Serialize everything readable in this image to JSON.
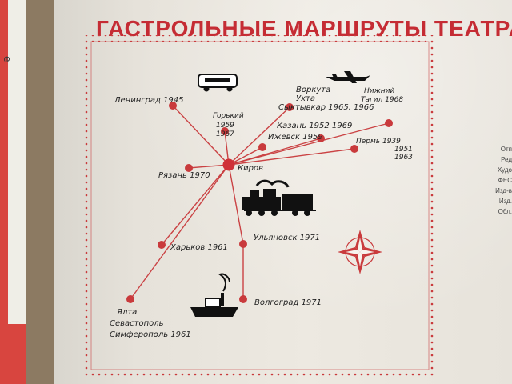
{
  "title": "ГАСТРОЛЬНЫЕ МАРШРУТЫ ТЕАТРА",
  "colors": {
    "accent": "#c93a3c",
    "title": "#c52c34",
    "paper": "#ece8df",
    "ink": "#222222",
    "spine": "#d8453f"
  },
  "left_page_scrap": "е",
  "side_labels": [
    "Отп",
    "Ред",
    "Худо",
    "ФЕС",
    "Изд-в",
    "Изд.",
    "Обл."
  ],
  "map": {
    "hub": "Киров",
    "cities": [
      {
        "id": "leningrad",
        "label": "Ленинград 1945"
      },
      {
        "id": "gorky",
        "label": "Горький 1959 1967"
      },
      {
        "id": "vorkuta",
        "label": "Воркута Ухта Сыктывкар 1965, 1966"
      },
      {
        "id": "kazan",
        "label": "Казань 1952 1969"
      },
      {
        "id": "izhevsk",
        "label": "Ижевск 1959"
      },
      {
        "id": "nizhny_tagil",
        "label": "Нижний Тагил 1968"
      },
      {
        "id": "perm",
        "label": "Пермь 1939 1951 1963"
      },
      {
        "id": "ryazan",
        "label": "Рязань 1970"
      },
      {
        "id": "kirov",
        "label": "Киров"
      },
      {
        "id": "kharkov",
        "label": "Харьков 1961"
      },
      {
        "id": "ulyanovsk",
        "label": "Ульяновск 1971"
      },
      {
        "id": "volgograd",
        "label": "Волгоград 1971"
      },
      {
        "id": "yalta",
        "label": "Ялта Севастополь Симферополь 1961"
      }
    ]
  },
  "icons": {
    "bus": "bus-icon",
    "plane": "airplane-icon",
    "train": "train-icon",
    "ship": "ship-icon",
    "compass": "compass-rose-icon"
  }
}
